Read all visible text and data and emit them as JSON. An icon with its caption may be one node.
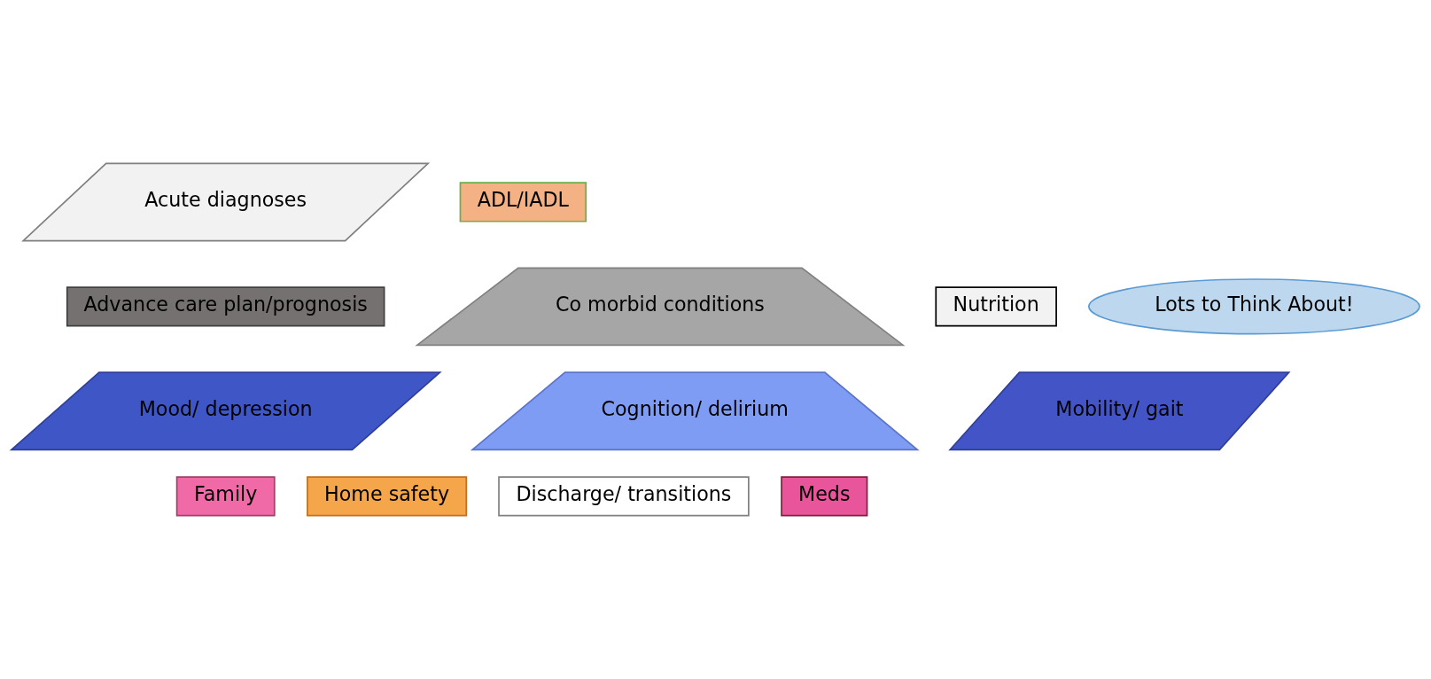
{
  "diagram": {
    "nodes": [
      {
        "text": [
          "Acute diagnoses"
        ]
      },
      {
        "text": [
          "ADL/IADL"
        ]
      },
      {
        "text": [
          "Advance care plan/prognosis"
        ]
      },
      {
        "text": [
          "Co morbid conditions"
        ]
      },
      {
        "text": [
          "Nutrition"
        ]
      },
      {
        "text": [
          "Lots to Think About!"
        ]
      },
      {
        "text": [
          "Mood/ depression"
        ]
      },
      {
        "text": [
          "Cognition/ delirium"
        ]
      },
      {
        "text": [
          "Mobility/ gait"
        ]
      },
      {
        "text": [
          "Family"
        ]
      },
      {
        "text": [
          "Home safety"
        ]
      },
      {
        "text": [
          "Discharge/ transitions"
        ]
      },
      {
        "text": [
          "Meds"
        ]
      }
    ]
  }
}
